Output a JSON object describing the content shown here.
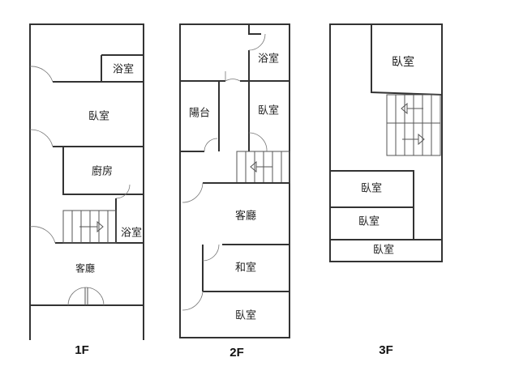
{
  "floors": {
    "f1": {
      "label": "1F",
      "rooms": [
        "浴室",
        "臥室",
        "廚房",
        "浴室",
        "客廳"
      ]
    },
    "f2": {
      "label": "2F",
      "rooms": [
        "浴室",
        "陽台",
        "臥室",
        "客廳",
        "和室",
        "臥室"
      ]
    },
    "f3": {
      "label": "3F",
      "rooms": [
        "臥室",
        "臥室",
        "臥室",
        "臥室"
      ]
    }
  }
}
